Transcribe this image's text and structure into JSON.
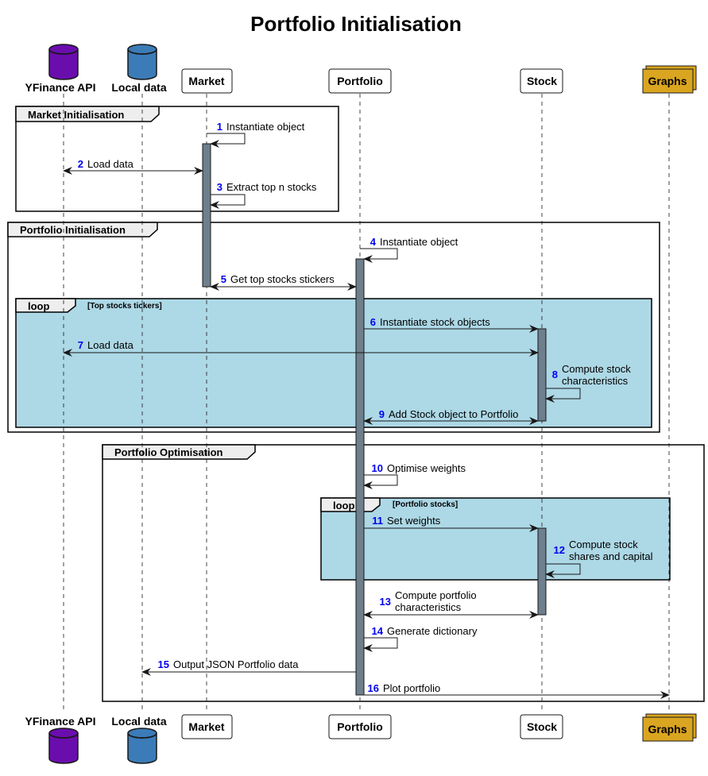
{
  "title": "Portfolio Initialisation",
  "participants": [
    {
      "id": "yf",
      "label": "YFinance API",
      "kind": "database",
      "color": "#6a0dad"
    },
    {
      "id": "ld",
      "label": "Local data",
      "kind": "database",
      "color": "#3b7bb7"
    },
    {
      "id": "mk",
      "label": "Market",
      "kind": "box",
      "color": "#ffffff"
    },
    {
      "id": "pf",
      "label": "Portfolio",
      "kind": "box",
      "color": "#ffffff"
    },
    {
      "id": "st",
      "label": "Stock",
      "kind": "box",
      "color": "#ffffff"
    },
    {
      "id": "gr",
      "label": "Graphs",
      "kind": "collections",
      "color": "#daa520"
    }
  ],
  "frames": {
    "market_init": {
      "title": "Market Initialisation"
    },
    "portfolio_init": {
      "title": "Portfolio Initialisation"
    },
    "loop_tickers": {
      "title": "loop",
      "condition": "[Top stocks tickers]"
    },
    "portfolio_opt": {
      "title": "Portfolio Optimisation"
    },
    "loop_stocks": {
      "title": "loop",
      "condition": "[Portfolio stocks]"
    }
  },
  "messages": [
    {
      "num": "1",
      "text": [
        "Instantiate object"
      ]
    },
    {
      "num": "2",
      "text": [
        "Load data"
      ]
    },
    {
      "num": "3",
      "text": [
        "Extract top n stocks"
      ]
    },
    {
      "num": "4",
      "text": [
        "Instantiate object"
      ]
    },
    {
      "num": "5",
      "text": [
        "Get top stocks stickers"
      ]
    },
    {
      "num": "6",
      "text": [
        "Instantiate stock objects"
      ]
    },
    {
      "num": "7",
      "text": [
        "Load data"
      ]
    },
    {
      "num": "8",
      "text": [
        "Compute stock",
        "characteristics"
      ]
    },
    {
      "num": "9",
      "text": [
        "Add Stock object to Portfolio"
      ]
    },
    {
      "num": "10",
      "text": [
        "Optimise weights"
      ]
    },
    {
      "num": "11",
      "text": [
        "Set weights"
      ]
    },
    {
      "num": "12",
      "text": [
        "Compute stock",
        "shares and capital"
      ]
    },
    {
      "num": "13",
      "text": [
        "Compute portfolio",
        "characteristics"
      ]
    },
    {
      "num": "14",
      "text": [
        "Generate dictionary"
      ]
    },
    {
      "num": "15",
      "text": [
        "Output JSON Portfolio data"
      ]
    },
    {
      "num": "16",
      "text": [
        "Plot portfolio"
      ]
    }
  ],
  "colors": {
    "activation": "#6e7f8d",
    "loop_fill": "#add8e6",
    "frame_tab": "#eeeeee"
  }
}
